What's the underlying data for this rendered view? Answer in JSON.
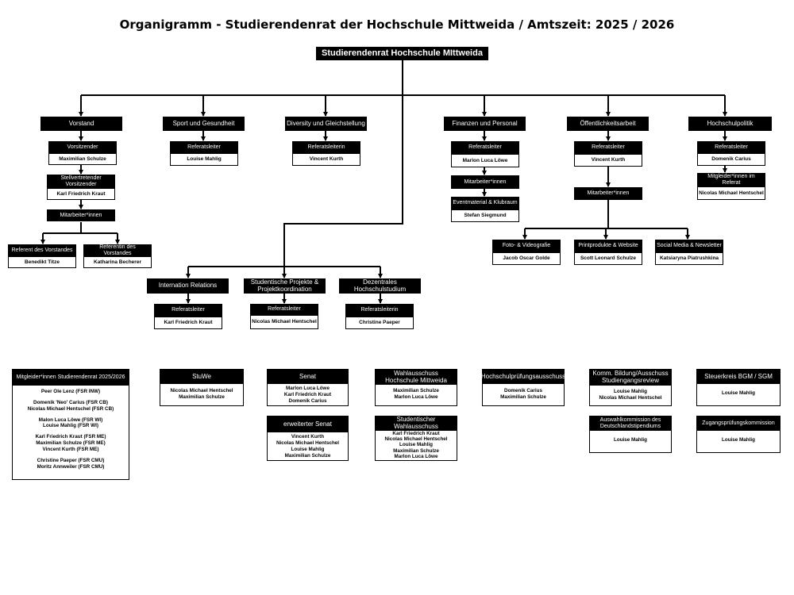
{
  "title": "Organigramm - Studierendenrat der Hochschule Mittweida / Amtszeit: 2025 / 2026",
  "root": "Studierendenrat Hochschule MIttweida",
  "departments": {
    "vorstand": {
      "label": "Vorstand",
      "chair_role": "Vorsitzender",
      "chair": "Maximilian Schulze",
      "vice_role": "Stellvertretender Vorsitzender",
      "vice": "Karl Friedrich Kraut",
      "staff_label": "Mitarbeiter*innen",
      "ref1_role": "Referent des Vorstandes",
      "ref1": "Benedikt Titze",
      "ref2_role": "Referentin des Vorstandes",
      "ref2": "Katharina Becherer"
    },
    "sport": {
      "label": "Sport und Gesundheit",
      "role": "Referatsleiter",
      "name": "Louise Mahlig"
    },
    "diversity": {
      "label": "Diversity und Gleichstellung",
      "role": "Referatsleiterin",
      "name": "Vincent Kurth"
    },
    "finanzen": {
      "label": "Finanzen und Personal",
      "role": "Referatsleiter",
      "name": "Marlon Luca Löwe",
      "staff_label": "Mitarbeiter*innen",
      "sub_role": "Eventmaterial & Klubraum",
      "sub": "Stefan Siegmund"
    },
    "oeffentlichkeit": {
      "label": "Öffentlichkeitsarbeit",
      "role": "Referatsleiter",
      "name": "Vincent Kurth",
      "staff_label": "Mitarbeiter*innen",
      "foto_role": "Foto- & Videografie",
      "foto": "Jacob Oscar Golde",
      "print_role": "Printprodukte & Website",
      "print": "Scott Leonard Schulze",
      "social_role": "Social Media & Newsletter",
      "social": "Katsiaryna Piatrushkina"
    },
    "politik": {
      "label": "Hochschulpolitik",
      "role": "Referatsleiter",
      "name": "Domenik Carius",
      "member_role": "Mitgleider*innen im Referat",
      "member": "Nicolas Michael Hentschel"
    },
    "international": {
      "label": "Internation Relations",
      "role": "Referatsleiter",
      "name": "Karl Friedrich Kraut"
    },
    "projekte": {
      "label": "Studentische Projekte & Projektkoordination",
      "role": "Referatsleiter",
      "name": "Nicolas Michael Hentschel"
    },
    "dezentral": {
      "label": "Dezentrales Hochschulstudium",
      "role": "Referatsleiterin",
      "name": "Christine Paeper"
    }
  },
  "members": {
    "title": "Mitgleider*innen Studierendenrat 2025/2026",
    "groups": [
      [
        "Peer Ole Lenz (FSR INW)"
      ],
      [
        "Domenik 'Neo' Carius (FSR CB)",
        "Nicolas Michael Hentschel (FSR CB)"
      ],
      [
        "Malon Luca Löwe (FSR WI)",
        "Louise Mahlig (FSR WI)"
      ],
      [
        "Karl Friedrich Kraut (FSR ME)",
        "Maximilian Schulze  (FSR ME)",
        "Vincent Kurth (FSR ME)"
      ],
      [
        "Christine Paeper (FSR CMU)",
        "Moritz Annweiler (FSR CMU)"
      ]
    ]
  },
  "committees": {
    "stuwe": {
      "title": "StuWe",
      "names": [
        "Nicolas Michael Hentschel",
        "Maximilian Schulze"
      ]
    },
    "senat": {
      "title": "Senat",
      "names": [
        "Marlon Luca Löwe",
        "Karl Friedrich Kraut",
        "Domenik Carius"
      ]
    },
    "erw_senat": {
      "title": "erweiterter Senat",
      "names": [
        "Vincent Kurth",
        "Nicolas Michael Hentschel",
        "Louise Mahlig",
        "Maximilian Schulze"
      ]
    },
    "wahl_hsmw": {
      "title": "Wahlausschuss Hochschule Mittweida",
      "names": [
        "Maximilian Schulze",
        "Marlon Luca Löwe"
      ]
    },
    "wahl_stud": {
      "title": "Studentischer Wahlausschuss",
      "names": [
        "Karl Friedrich Kraut",
        "Nicolas Michael Hentschel",
        "Louise Mahlig",
        "Maximilian Schulze",
        "Marlon Luca Löwe"
      ]
    },
    "pruefung": {
      "title": "Hochschulprüfungsausschuss",
      "names": [
        "Domenik Carius",
        "Maximilian Schulze"
      ]
    },
    "bildung": {
      "title": "Komm. Bildung/Ausschuss Studiengangsreview",
      "names": [
        "Louise Mahlig",
        "Nicolas Michael Hentschel"
      ]
    },
    "auswahl": {
      "title": "Auswahlkommission des Deutschlandstipendiums",
      "names": [
        "Louise Mahlig"
      ]
    },
    "steuer": {
      "title": "Steuerkreis BGM / SGM",
      "names": [
        "Louise Mahlig"
      ]
    },
    "zugang": {
      "title": "Zugangsprüfungskommission",
      "names": [
        "Louise Mahlig"
      ]
    }
  }
}
